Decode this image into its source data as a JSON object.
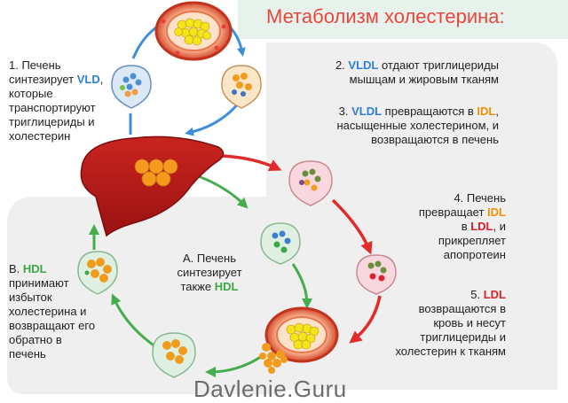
{
  "title": "Метаболизм холестерина:",
  "steps": {
    "s1": {
      "pre": "1. Печень синтезирует ",
      "hl1": "VLD",
      "post": ", которые транспортируют триглицериды и холестерин"
    },
    "s2": {
      "pre": "2. ",
      "hl1": "VLDL",
      "post": " отдают триглицериды мышцам и жировым тканям"
    },
    "s3": {
      "pre": "3. ",
      "hl1": "VLDL",
      "mid": " превращаются в ",
      "hl2": "IDL",
      "post": ", насыщенные холестерином, и возвращаются в печень"
    },
    "s4": {
      "pre": "4. Печень превращает ",
      "hl1": "IDL",
      "mid": " в ",
      "hl2": "LDL",
      "post": ", и прикрепляет апопротеин"
    },
    "s5": {
      "pre": "5. ",
      "hl1": "LDL",
      "post": " возвращаются в кровь и несут триглицериды и холестерин к тканям"
    },
    "sA": {
      "pre": "А. Печень синтезирует также ",
      "hl1": "HDL"
    },
    "sB": {
      "pre": "В. ",
      "hl1": "HDL",
      "post": " принимают избыток холестерина и возвращают его обратно в печень"
    }
  },
  "watermark": "Davlenie.Guru",
  "colors": {
    "title": "#e8473e",
    "vldl": "#2f7fd8",
    "idl": "#f0900a",
    "ldl": "#e0202a",
    "hdl": "#3aa844",
    "liver": "#b81a1a",
    "panel": "#efefef"
  }
}
